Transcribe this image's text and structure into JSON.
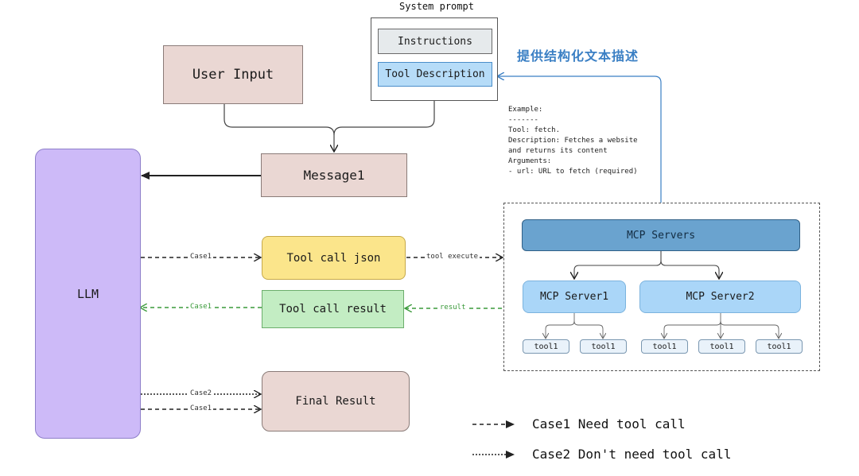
{
  "system_prompt": {
    "title": "System prompt",
    "instructions": "Instructions",
    "tool_description": "Tool Description"
  },
  "annotation": "提供结构化文本描述",
  "example_text": "Example:\n-------\nTool: fetch.\nDescription: Fetches a website\nand returns its content\nArguments:\n- url: URL to fetch (required)",
  "nodes": {
    "user_input": "User Input",
    "message1": "Message1",
    "llm": "LLM",
    "tool_call_json": "Tool call json",
    "tool_call_result": "Tool call result",
    "final_result": "Final Result"
  },
  "mcp": {
    "servers": "MCP Servers",
    "server1": "MCP Server1",
    "server2": "MCP Server2",
    "tools": [
      "tool1",
      "tool1",
      "tool1",
      "tool1",
      "tool1"
    ]
  },
  "edge_labels": {
    "case1": "Case1",
    "case2": "Case2",
    "tool_execute": "tool execute",
    "result": "result"
  },
  "legend": {
    "case1": "Case1 Need tool call",
    "case2": "Case2 Don't need tool call"
  },
  "colors": {
    "llm": "#cdbaf8",
    "tool_call_json": "#fbe58b",
    "tool_call_result": "#c3edc3",
    "mcp_servers": "#6aa3cf",
    "mcp_server": "#aad6f8",
    "annotation": "#3a7fc4",
    "result_arrow": "#3a9a3a"
  }
}
